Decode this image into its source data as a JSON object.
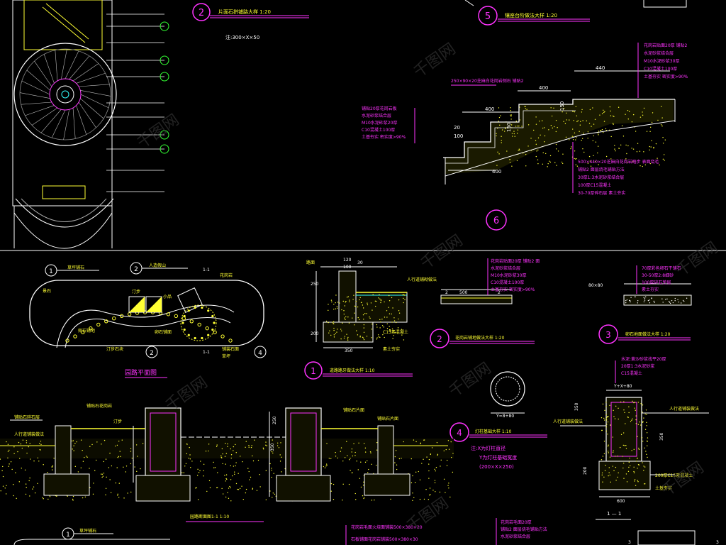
{
  "colors": {
    "background": "#000000",
    "magenta": "#ff33ff",
    "yellow": "#ffff33",
    "green": "#33ff33",
    "cyan": "#33ffff",
    "white": "#ffffff",
    "watermark": "#3a3a3a"
  },
  "watermark": "千图网",
  "views": {
    "v2_title": "片面石拼铺路大样 1:20",
    "v2_note": "注:300×X×50",
    "v5_title": "镶座台阶做法大样 1:20",
    "v6_num": "6",
    "v6_dims": {
      "d440": "440",
      "d400a": "400",
      "d400b": "400",
      "d400c": "400",
      "d150": "150",
      "d20": "20",
      "d100": "100"
    },
    "v6_top_notes": [
      "花岗岩贴面20厚 铺贴2",
      "水泥砂浆结合层",
      "M10水泥砂浆30厚",
      "C10混凝土100厚",
      "土基夯实 密实度>90%"
    ],
    "v6_left_note": "250×90×20芝麻白花岗岩侧石 铺贴2",
    "v6_mid_notes": [
      "铺贴20厚花岗岩板",
      "水泥砂浆结合层",
      "M10水泥砂浆20厚",
      "C10混凝土100厚",
      "土基夯实 密实度>90%"
    ],
    "v6_bottom_notes": [
      "500×440×20芝麻白花岗岩踏步 表面烧毛",
      "铺贴2 面层烧毛铺贴方法",
      "30厚1:3水泥砂浆结合层",
      "100厚C15混凝土",
      "30-70厚碎石层 素土夯实"
    ],
    "plan_title": "园路平面图",
    "plan_labels": [
      "草坪铺石",
      "景石",
      "汀步",
      "卵石铺地",
      "汀步石块",
      "小品",
      "花岗岩",
      "人造假山",
      "卵石铺面",
      "铺装石面",
      "草坪"
    ],
    "plan_section": "1-1",
    "detail1_title": "道路路牙做法大样 1:10",
    "detail1_labels": {
      "mat": "路面",
      "curb_note": "人行道铺砌做法",
      "base": "C15素混凝土",
      "soil": "素土夯实",
      "d100": "100",
      "d120": "120",
      "d30": "30",
      "d200": "200",
      "d350": "350",
      "d250": "250"
    },
    "detail2_title": "花岗岩铺地做法大样 1:20",
    "detail2_dims": {
      "d500": "500",
      "d2": "2"
    },
    "detail2_notes": [
      "花岗岩贴面20厚 铺贴2 面",
      "水泥砂浆结合层",
      "M10水泥砂浆30厚",
      "C10混凝土100厚",
      "土基夯实 密实度>90%"
    ],
    "detail3_title": "卵石地面做法大样 1:20",
    "detail3_notes": [
      "70厚彩色卵石干铺石",
      "30-50厚2:8细砂",
      "100厚碎石垫层",
      "素土夯实"
    ],
    "detail3_top": "80×80",
    "detail4_title": "灯柱基础大样 1:10",
    "detail4_notes": [
      "注:X为灯柱直径",
      "Y为灯柱基础宽度",
      "(200×X×250)"
    ],
    "detail4_dim": "Y=8+80",
    "right_section_notes": [
      "水泥:黄沙砂浆找平20厚",
      "20厚1:3水泥砂浆",
      "C15混凝土"
    ],
    "right_section_dims": {
      "top": "Y+X+80",
      "left": "350",
      "mid": "350",
      "r200": "200",
      "left200": "200",
      "bottom": "600",
      "dash": "1 — 1"
    },
    "right_section_labels": {
      "soil_l": "人行道铺装做法",
      "soil_r": "人行道铺装做法",
      "conc": "200厚C15素混凝土",
      "base": "土基夯实",
      "floor": "土基夯实"
    },
    "section_title": "园路断面图1-1 1:10",
    "section_labels": [
      "铺贴石碎石层",
      "铺贴石花岗岩",
      "人行道铺装做法",
      "铺贴石片面",
      "铺贴石片面",
      "汀步"
    ],
    "section_dims": {
      "d250": "250",
      "d350": "350"
    },
    "bottom_notes": [
      "花岗岩毛面火烧面铺装500×380×20",
      "石板铺面花岗岩铺装500×380×30",
      "花岗岩毛面20厚",
      "铺贴2 面层烧毛铺贴方法",
      "水泥砂浆结合层"
    ],
    "bottom_label": "草坪铺石",
    "circle_labels": {
      "c1": "1",
      "c2": "2",
      "c3": "3",
      "c4": "4",
      "c5": "5",
      "c6": "6"
    }
  }
}
